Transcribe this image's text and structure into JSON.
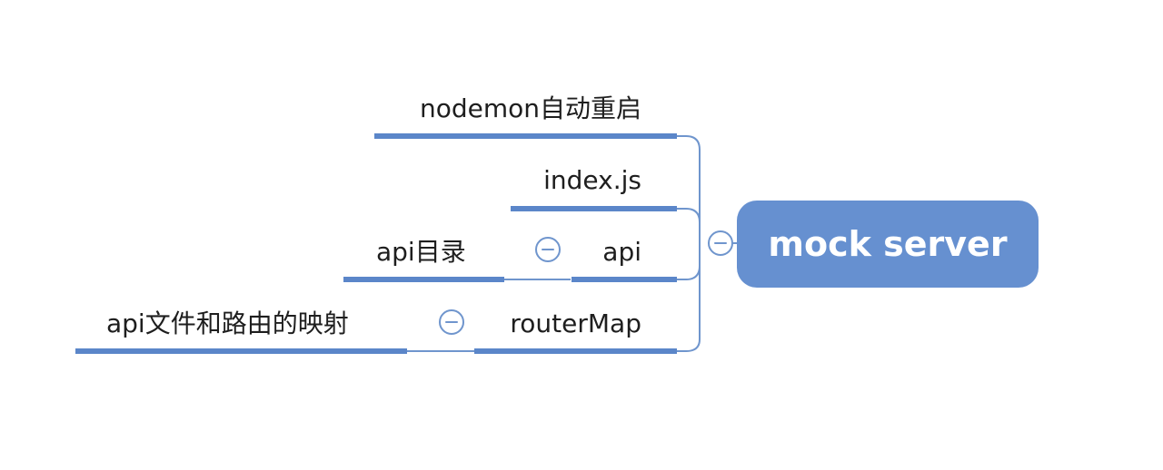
{
  "root": {
    "label": "mock server"
  },
  "branches": [
    {
      "label": "nodemon自动重启"
    },
    {
      "label": "index.js"
    },
    {
      "label": "api",
      "child": {
        "label": "api目录"
      }
    },
    {
      "label": "routerMap",
      "child": {
        "label": "api文件和路由的映射"
      }
    }
  ],
  "colors": {
    "accent": "#5b86c9",
    "root_fill": "#6690d0",
    "connector": "#6f95cd",
    "text": "#1e1e1e",
    "root_text": "#ffffff"
  },
  "icons": [
    "collapse-icon"
  ]
}
